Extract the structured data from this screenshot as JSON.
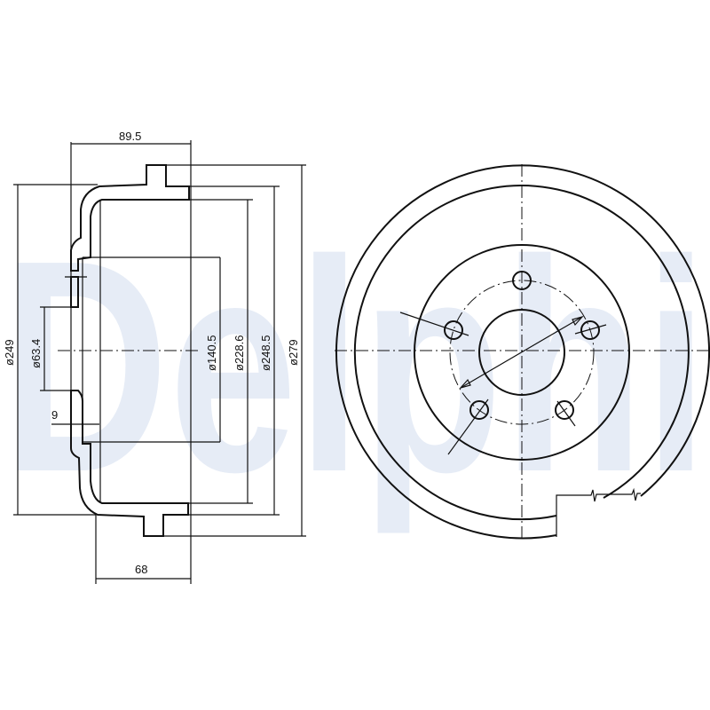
{
  "watermark": {
    "text": "Delphi",
    "color": "#e6ecf6"
  },
  "side_view": {
    "dimensions": {
      "overall_depth": "89.5",
      "drum_depth": "68",
      "wall_step": "9",
      "d_overall_left": "ø249",
      "d_center_bore": "ø63.4",
      "d_hub": "ø140.5",
      "d_braking_surface": "ø228.6",
      "d_outer_rim": "ø248.5",
      "d_flange": "ø279"
    }
  },
  "front_view": {
    "bolt_holes": 5
  },
  "colors": {
    "line": "#111111",
    "hatch": "#111111"
  }
}
